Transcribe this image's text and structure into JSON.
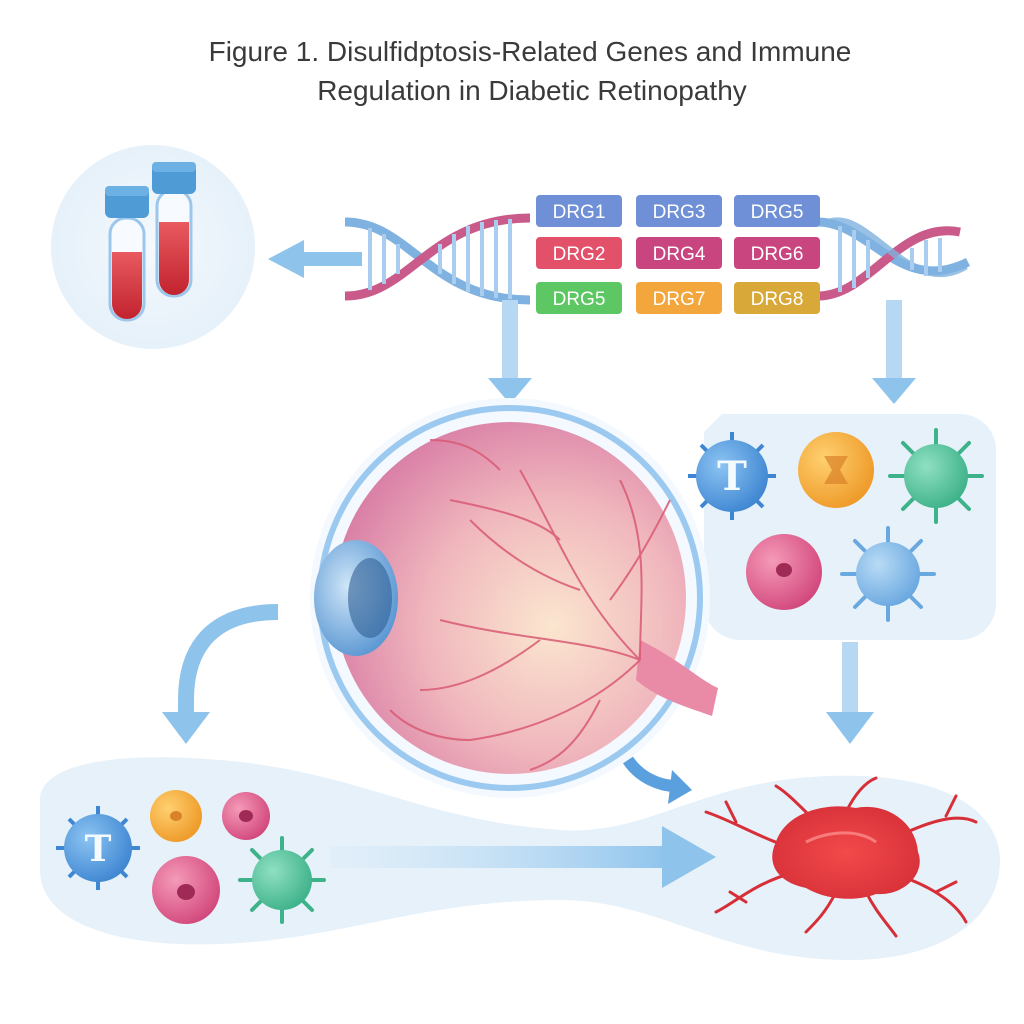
{
  "title": {
    "line1": "Figure 1. Disulfidptosis-Related Genes and Immune",
    "line2": "Regulation in Diabetic Retinopathy"
  },
  "gene_tags": [
    {
      "label": "DRG1",
      "color": "#6f8fd6"
    },
    {
      "label": "DRG3",
      "color": "#6f8fd6"
    },
    {
      "label": "DRG5",
      "color": "#6f8fd6"
    },
    {
      "label": "DRG2",
      "color": "#e2506a"
    },
    {
      "label": "DRG4",
      "color": "#c94580"
    },
    {
      "label": "DRG6",
      "color": "#c94580"
    },
    {
      "label": "DRG5",
      "color": "#5cc763"
    },
    {
      "label": "DRG7",
      "color": "#f3a63b"
    },
    {
      "label": "DRG8",
      "color": "#d8a838"
    }
  ],
  "immune_letters": {
    "t_cell": "T"
  },
  "colors": {
    "arrow": "#8ec3ec",
    "dna_blue": "#7fb2e0",
    "dna_pink": "#c95a8a",
    "panel_bg": "#eaf4fb",
    "blood": "#d9353f",
    "tube_cap": "#4f9bd6",
    "eye_pink": "#e98aa6",
    "damage_red": "#e0383c",
    "cell_blue": "#5a9fe0",
    "cell_orange": "#f2a835",
    "cell_green": "#58c4a0",
    "cell_pink": "#de5a8c",
    "cell_lightblue": "#7fb8e8"
  }
}
